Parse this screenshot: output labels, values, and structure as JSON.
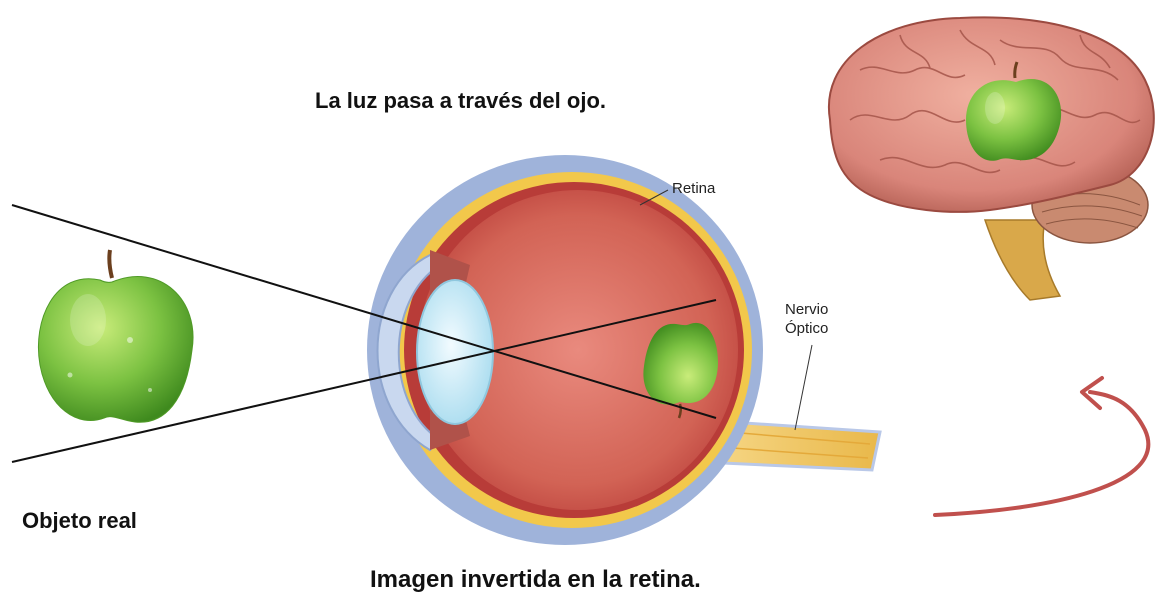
{
  "captions": {
    "light_path": "La luz pasa a través del ojo.",
    "real_object": "Objeto real",
    "inverted_image": "Imagen invertida en la retina."
  },
  "labels": {
    "retina": "Retina",
    "optic_nerve_line1": "Nervio",
    "optic_nerve_line2": "Óptico"
  },
  "colors": {
    "apple_green": "#7cc242",
    "eye_red": "#c94545",
    "retina_yellow": "#f2c84b",
    "nerve_yellow": "#f5d27a",
    "sclera_blue": "#9fb3da",
    "brain_pink": "#d9857a",
    "arrow_red": "#c0504d",
    "ray_black": "#111111"
  },
  "icons": [
    "apple-icon",
    "eye-cross-section",
    "brain-illustration",
    "curved-arrow-icon"
  ]
}
